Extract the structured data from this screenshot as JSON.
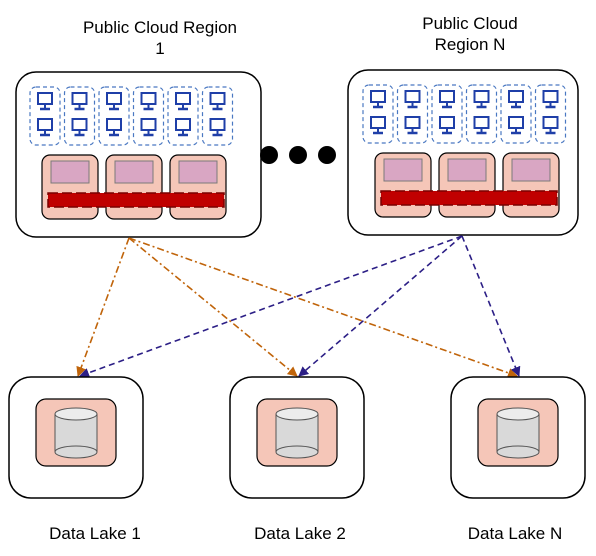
{
  "regions": [
    {
      "title": "Public Cloud Region\n1"
    },
    {
      "title": "Public Cloud\nRegion  N"
    }
  ],
  "ellipsis": "●●●",
  "data_lakes": [
    {
      "label": "Data Lake 1"
    },
    {
      "label": "Data Lake 2"
    },
    {
      "label": "Data Lake N"
    }
  ],
  "colors": {
    "region_to_lake_1": "#c0640a",
    "region_to_lake_n": "#2c1f86",
    "server_fill": "#f5c6b8",
    "vm_fill": "#d9a6c3",
    "network_bar": "#c00000",
    "monitor": "#1f3fa8",
    "disk": "#d9d9d9"
  },
  "icons": [
    "monitor-icon",
    "server-icon",
    "database-icon"
  ]
}
